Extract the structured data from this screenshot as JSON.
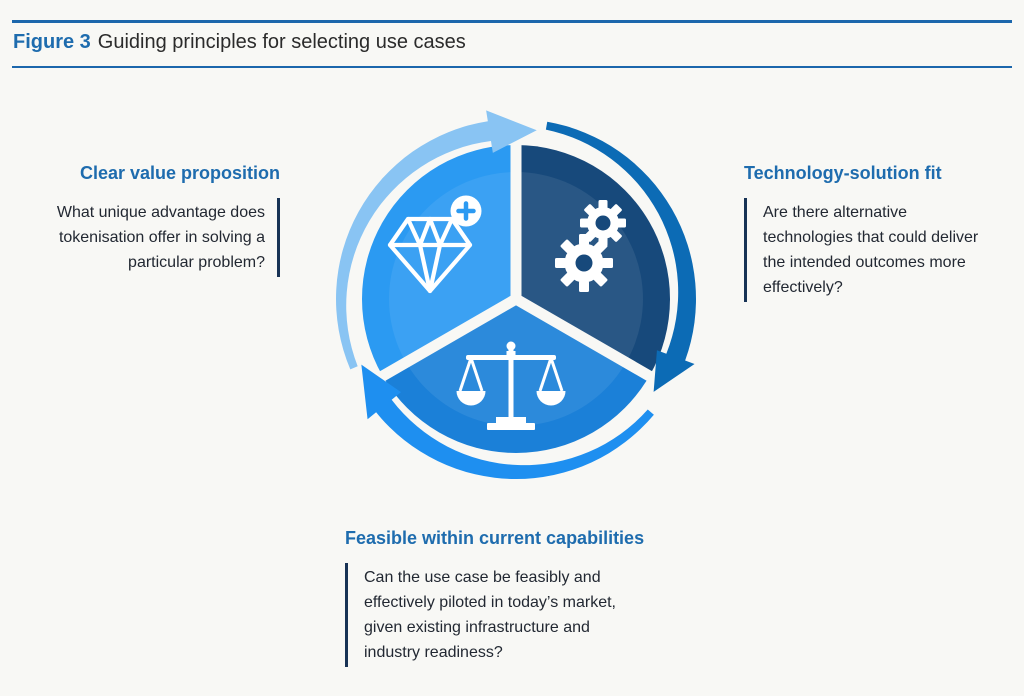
{
  "figure": {
    "label": "Figure 3",
    "title": "Guiding principles for selecting use cases"
  },
  "diagram": {
    "type": "cycle",
    "direction": "clockwise",
    "segments": 3
  },
  "principles": [
    {
      "position": "left",
      "heading": "Clear value proposition",
      "body": "What unique advantage does tokenisation offer in solving a particular problem?",
      "icon": "diamond-plus-icon",
      "color": "#2B9AF2",
      "arrow_color": "#89C4F3"
    },
    {
      "position": "right",
      "heading": "Technology-solution fit",
      "body": "Are there alternative technologies that could deliver the intended outcomes more effectively?",
      "icon": "gears-icon",
      "color": "#17497B",
      "arrow_color": "#0C6BB5"
    },
    {
      "position": "bottom",
      "heading": "Feasible within current capabilities",
      "body": "Can the use case be feasibly and effectively piloted in today’s market, given existing infrastructure and industry readiness?",
      "icon": "balance-scale-icon",
      "color": "#1B80D8",
      "arrow_color": "#1E8FF0"
    }
  ],
  "colors": {
    "accent_blue": "#1E6CAE",
    "rule_blue": "#1C67AC",
    "quote_bar_navy": "#183355",
    "background": "#F8F8F5",
    "icon_white": "#FFFFFF"
  }
}
